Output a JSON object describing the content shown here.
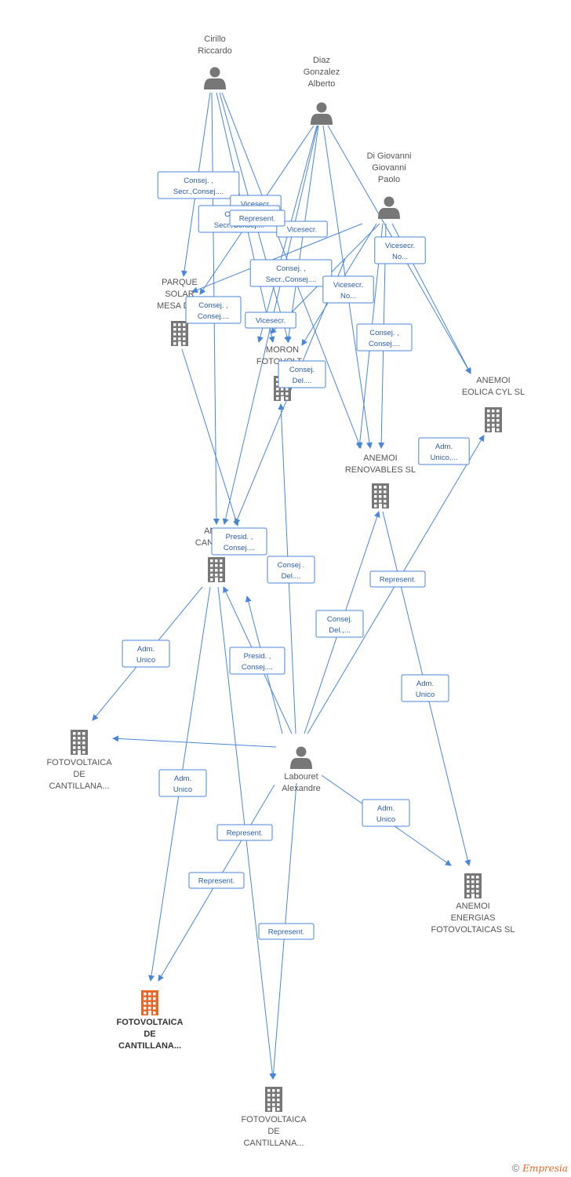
{
  "colors": {
    "edge": "#4a86d8",
    "node": "#777777",
    "highlight": "#e8672b"
  },
  "nodes": [
    {
      "id": "cirillo",
      "type": "person",
      "label": [
        "Cirillo",
        "Riccardo"
      ]
    },
    {
      "id": "diaz",
      "type": "person",
      "label": [
        "Diaz",
        "Gonzalez",
        "Alberto"
      ]
    },
    {
      "id": "digiovanni",
      "type": "person",
      "label": [
        "Di Giovanni",
        "Giovanni",
        "Paolo"
      ]
    },
    {
      "id": "parque",
      "type": "company",
      "label": [
        "PARQUE",
        "SOLAR",
        "MESA DE..."
      ]
    },
    {
      "id": "moron",
      "type": "company",
      "label": [
        "MORON",
        "FOTOVOLT..."
      ]
    },
    {
      "id": "eolica",
      "type": "company",
      "label": [
        "ANEMOI",
        "EOLICA CYL SL"
      ]
    },
    {
      "id": "renovables",
      "type": "company",
      "label": [
        "ANEMOI",
        "RENOVABLES SL"
      ]
    },
    {
      "id": "anemoi_c",
      "type": "company",
      "label": [
        "ANE...",
        "CANTILL..."
      ]
    },
    {
      "id": "foto1",
      "type": "company",
      "label": [
        "FOTOVOLTAICA",
        "DE",
        "CANTILLANA..."
      ]
    },
    {
      "id": "labouret",
      "type": "person",
      "label": [
        "Labouret",
        "Alexandre"
      ]
    },
    {
      "id": "energias",
      "type": "company",
      "label": [
        "ANEMOI",
        "ENERGIAS",
        "FOTOVOLTAICAS SL"
      ]
    },
    {
      "id": "foto_main",
      "type": "company",
      "highlight": true,
      "label": [
        "FOTOVOLTAICA",
        "DE",
        "CANTILLANA..."
      ]
    },
    {
      "id": "foto3",
      "type": "company",
      "label": [
        "FOTOVOLTAICA",
        "DE",
        "CANTILLANA..."
      ]
    }
  ],
  "edge_labels": [
    [
      "Consej. ,",
      "Secr.,Consej...."
    ],
    [
      "Vicesecr.",
      "No..."
    ],
    [
      "Consej. ,",
      "Secr.,Consej...."
    ],
    [
      "Vicesecr."
    ],
    [
      "Vicesecr.",
      "No..."
    ],
    [
      "Consej. ,",
      "Secr.,Consej...."
    ],
    [
      "Vicesecr.",
      "No..."
    ],
    [
      "Consej. ,",
      "Consej...."
    ],
    [
      "Consej. ,",
      "Consej...."
    ],
    [
      "Vicesecr."
    ],
    [
      "Consej.",
      "Del...."
    ],
    [
      "Adm.",
      "Unico,..."
    ],
    [
      "Presid. ,",
      "Consej...."
    ],
    [
      "Consej .",
      "Del...."
    ],
    [
      "Represent."
    ],
    [
      "Consej.",
      "Del.,..."
    ],
    [
      "Presid. ,",
      "Consej...."
    ],
    [
      "Adm.",
      "Unico"
    ],
    [
      "Adm.",
      "Unico"
    ],
    [
      "Represent."
    ],
    [
      "Adm.",
      "Unico"
    ],
    [
      "Represent."
    ],
    [
      "Adm.",
      "Unico"
    ],
    [
      "Represent."
    ],
    [
      "Represent."
    ]
  ],
  "footer": {
    "copyright": "©",
    "brand": "Empresia"
  }
}
